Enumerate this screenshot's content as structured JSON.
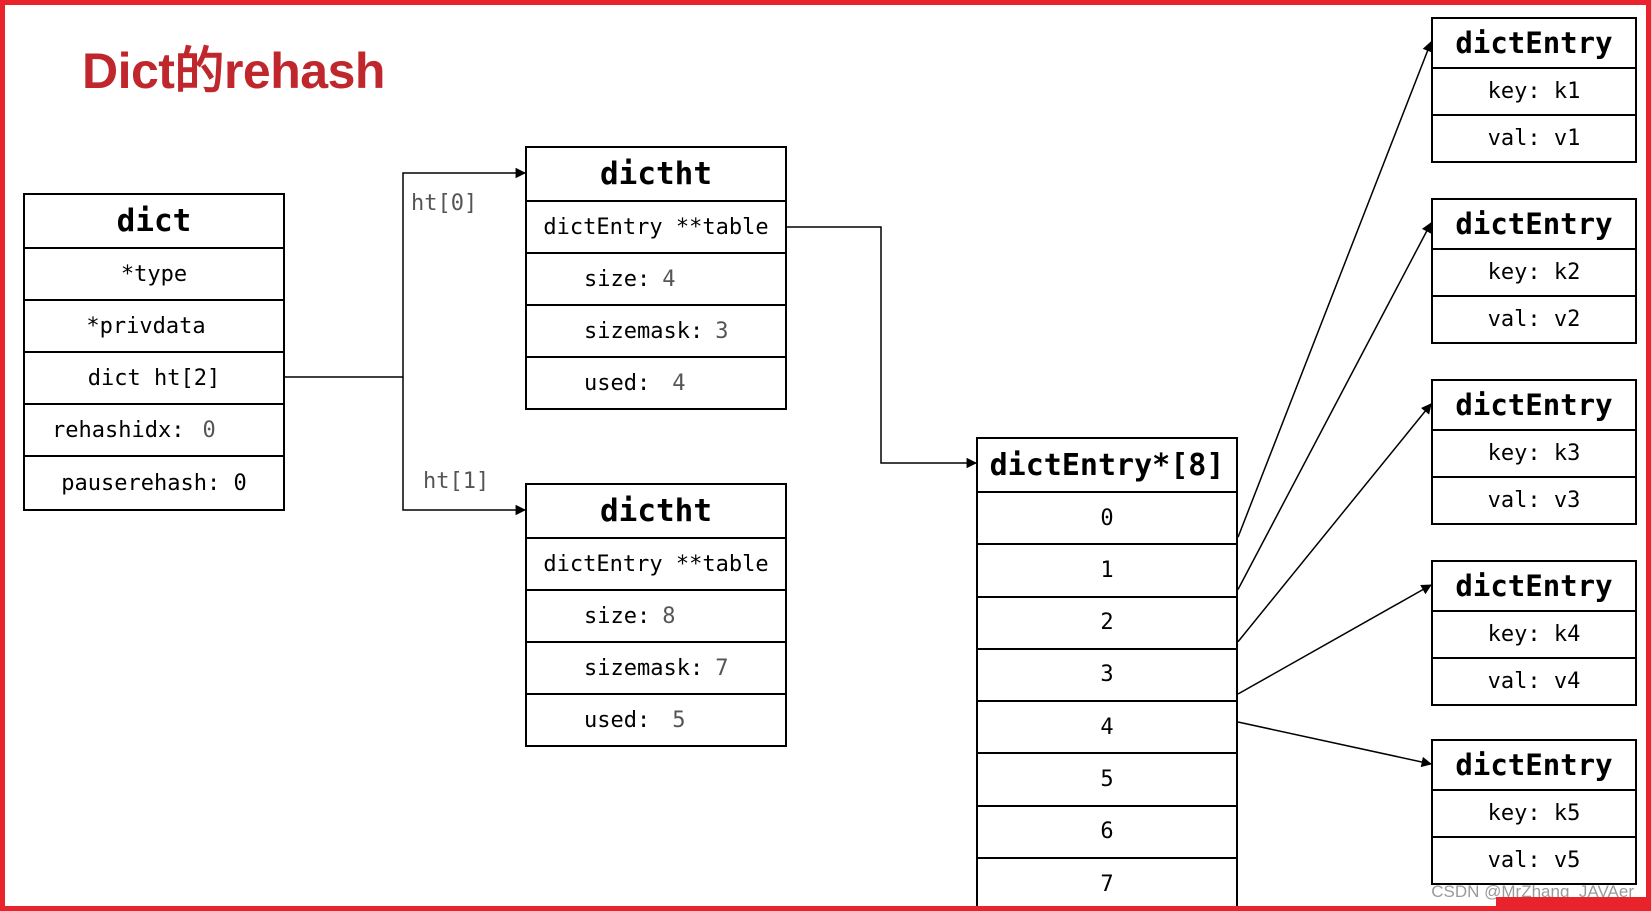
{
  "title": "Dict的rehash",
  "dict": {
    "header": "dict",
    "rows": [
      "*type",
      "*privdata",
      "dict ht[2]",
      "rehashidx:",
      "pauserehash: 0"
    ],
    "rehashidx_value": "0"
  },
  "ht0": {
    "label": "ht[0]",
    "header": "dictht",
    "table_field": "dictEntry **table",
    "size_label": "size:",
    "size_value": "4",
    "sizemask_label": "sizemask:",
    "sizemask_value": "3",
    "used_label": "used:",
    "used_value": "4"
  },
  "ht1": {
    "label": "ht[1]",
    "header": "dictht",
    "table_field": "dictEntry **table",
    "size_label": "size:",
    "size_value": "8",
    "sizemask_label": "sizemask:",
    "sizemask_value": "7",
    "used_label": "used:",
    "used_value": "5"
  },
  "bucket_array": {
    "header": "dictEntry*[8]",
    "indices": [
      "0",
      "1",
      "2",
      "3",
      "4",
      "5",
      "6",
      "7"
    ]
  },
  "entries": [
    {
      "header": "dictEntry",
      "key": "key: k1",
      "val": "val: v1",
      "from_bucket": 0
    },
    {
      "header": "dictEntry",
      "key": "key: k2",
      "val": "val: v2",
      "from_bucket": 1
    },
    {
      "header": "dictEntry",
      "key": "key: k3",
      "val": "val: v3",
      "from_bucket": 2
    },
    {
      "header": "dictEntry",
      "key": "key: k4",
      "val": "val: v4",
      "from_bucket": 3
    },
    {
      "header": "dictEntry",
      "key": "key: k5",
      "val": "val: v5",
      "from_bucket": 4
    }
  ],
  "watermark": "CSDN @MrZhang_JAVAer",
  "colors": {
    "title": "#c0272d",
    "frame": "#e8232c",
    "value_gray": "#555555",
    "line": "#000000"
  }
}
